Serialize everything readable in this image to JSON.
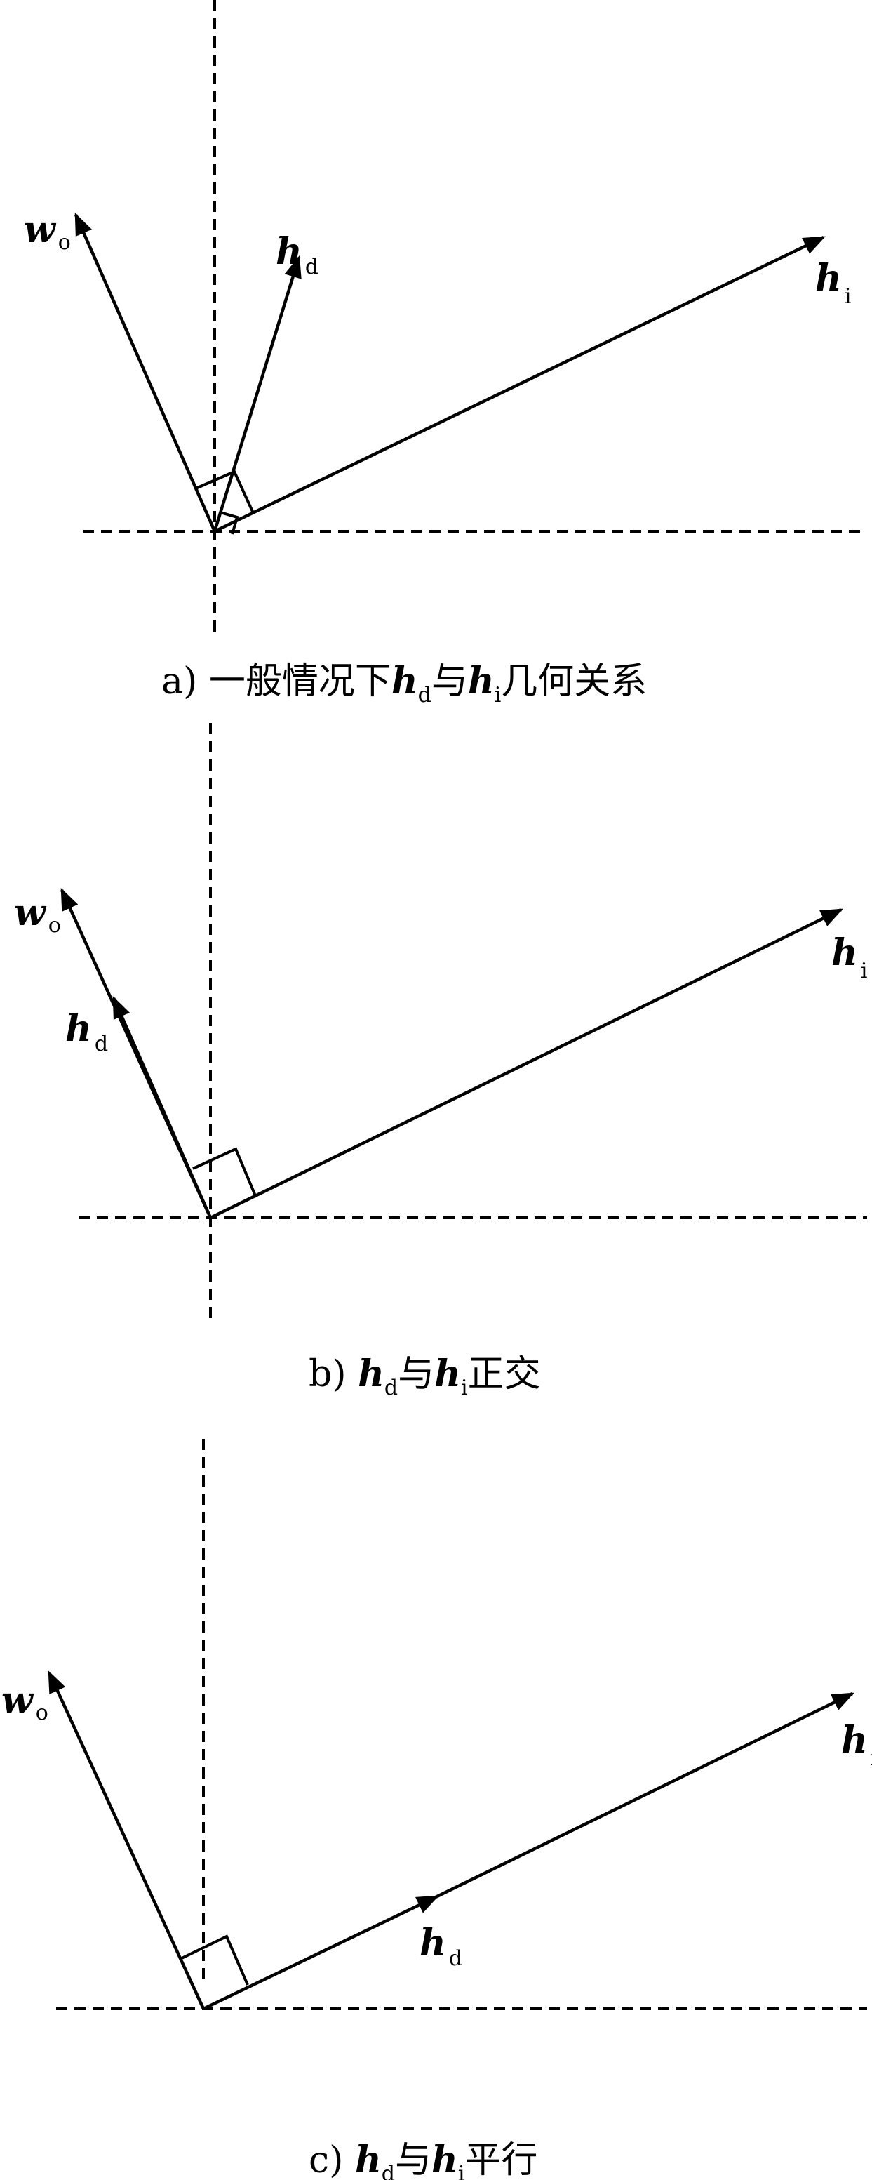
{
  "panels": [
    {
      "caption": {
        "prefix": "a) 一般情况下",
        "v1": "h",
        "v1_sub": "d",
        "conj": "与",
        "v2": "h",
        "v2_sub": "i",
        "suffix": "几何关系"
      },
      "vectors": {
        "wo": {
          "name": "w",
          "sub": "o"
        },
        "hd": {
          "name": "h",
          "sub": "d"
        },
        "hi": {
          "name": "h",
          "sub": "i"
        }
      }
    },
    {
      "caption": {
        "prefix": "b) ",
        "v1": "h",
        "v1_sub": "d",
        "conj": "与",
        "v2": "h",
        "v2_sub": "i",
        "suffix": "正交"
      },
      "vectors": {
        "wo": {
          "name": "w",
          "sub": "o"
        },
        "hd": {
          "name": "h",
          "sub": "d"
        },
        "hi": {
          "name": "h",
          "sub": "i"
        }
      }
    },
    {
      "caption": {
        "prefix": "c) ",
        "v1": "h",
        "v1_sub": "d",
        "conj": "与",
        "v2": "h",
        "v2_sub": "i",
        "suffix": "平行"
      },
      "vectors": {
        "wo": {
          "name": "w",
          "sub": "o"
        },
        "hd": {
          "name": "h",
          "sub": "d"
        },
        "hi": {
          "name": "h",
          "sub": "i"
        }
      }
    }
  ]
}
